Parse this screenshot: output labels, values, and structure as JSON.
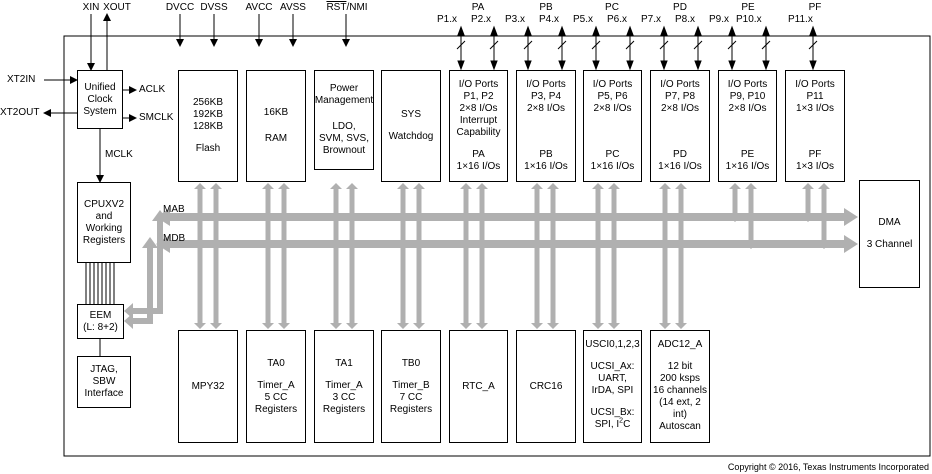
{
  "pins_top": {
    "xin": "XIN",
    "xout": "XOUT",
    "dvcc": "DVCC",
    "dvss": "DVSS",
    "avcc": "AVCC",
    "avss": "AVSS",
    "rst_over": "RST",
    "rst_rest": "/NMI"
  },
  "pins_left": {
    "xt2in": "XT2IN",
    "xt2out": "XT2OUT"
  },
  "clock": {
    "line1": "Unified",
    "line2": "Clock",
    "line3": "System",
    "aclk": "ACLK",
    "smclk": "SMCLK",
    "mclk": "MCLK"
  },
  "bus": {
    "mab": "MAB",
    "mdb": "MDB"
  },
  "top_blocks": {
    "flash": [
      "256KB",
      "192KB",
      "128KB",
      "Flash"
    ],
    "ram": [
      "16KB",
      "RAM"
    ],
    "pm": [
      "Power",
      "Management",
      "LDO,",
      "SVM, SVS,",
      "Brownout"
    ],
    "sys": [
      "SYS",
      "Watchdog"
    ]
  },
  "ports": [
    {
      "group": "PA",
      "pins_a": "P1.x",
      "pins_b": "P2.x",
      "lines": [
        "I/O Ports",
        "P1, P2",
        "2×8 I/Os",
        "Interrupt",
        "Capability",
        "PA",
        "1×16 I/Os"
      ]
    },
    {
      "group": "PB",
      "pins_a": "P3.x",
      "pins_b": "P4.x",
      "lines": [
        "I/O Ports",
        "P3, P4",
        "2×8 I/Os",
        "PB",
        "1×16 I/Os"
      ]
    },
    {
      "group": "PC",
      "pins_a": "P5.x",
      "pins_b": "P6.x",
      "lines": [
        "I/O Ports",
        "P5, P6",
        "2×8 I/Os",
        "PC",
        "1×16 I/Os"
      ]
    },
    {
      "group": "PD",
      "pins_a": "P7.x",
      "pins_b": "P8.x",
      "lines": [
        "I/O Ports",
        "P7, P8",
        "2×8 I/Os",
        "PD",
        "1×16 I/Os"
      ]
    },
    {
      "group": "PE",
      "pins_a": "P9.x",
      "pins_b": "P10.x",
      "lines": [
        "I/O Ports",
        "P9, P10",
        "2×8 I/Os",
        "PE",
        "1×16 I/Os"
      ]
    },
    {
      "group": "PF",
      "pins_a": "P11.x",
      "lines": [
        "I/O Ports",
        "P11",
        "1×3 I/Os",
        "PF",
        "1×3 I/Os"
      ]
    }
  ],
  "cpu": [
    "CPUXV2",
    "and",
    "Working",
    "Registers"
  ],
  "eem": [
    "EEM",
    "(L: 8+2)"
  ],
  "jtag": [
    "JTAG,",
    "SBW",
    "Interface"
  ],
  "dma": [
    "DMA",
    "3 Channel"
  ],
  "bottom_blocks": {
    "mpy": "MPY32",
    "ta0": [
      "TA0",
      "Timer_A",
      "5 CC",
      "Registers"
    ],
    "ta1": [
      "TA1",
      "Timer_A",
      "3 CC",
      "Registers"
    ],
    "tb0": [
      "TB0",
      "Timer_B",
      "7 CC",
      "Registers"
    ],
    "rtc": "RTC_A",
    "crc": "CRC16",
    "usci": [
      "USCI0,1,2,3",
      "UCSI_Ax:",
      "UART,",
      "IrDA, SPI",
      "UCSI_Bx:",
      "SPI, I",
      "2",
      "C"
    ],
    "adc": [
      "ADC12_A",
      "12 bit",
      "200 ksps",
      "16 channels",
      "(14 ext, 2 int)",
      "Autoscan"
    ]
  },
  "copyright": "Copyright © 2016, Texas Instruments Incorporated",
  "colors": {
    "bus_gray": "#b0b0b0",
    "line": "#000000"
  }
}
